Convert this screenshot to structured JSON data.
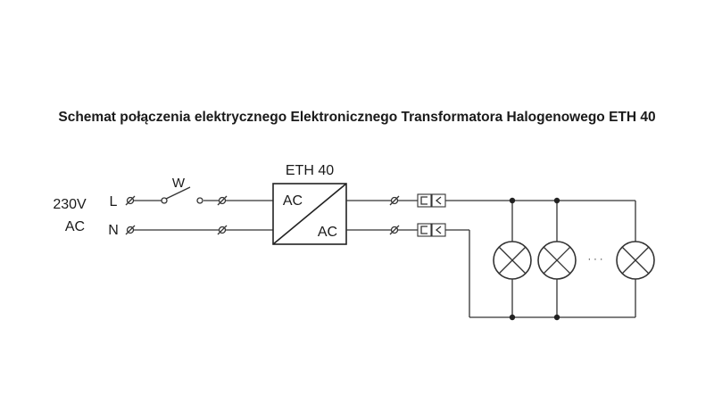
{
  "title": "Schemat połączenia elektrycznego Elektronicznego Transformatora Halogenowego ETH 40",
  "supply": {
    "voltage": "230V",
    "type": "AC"
  },
  "lines": {
    "phase": "L",
    "neutral": "N"
  },
  "switch_label": "W",
  "transformer": {
    "name": "ETH 40",
    "input_label": "AC",
    "output_label": "AC"
  },
  "ellipsis": "· · ·",
  "colors": {
    "line": "#333333",
    "text": "#1a1a1a",
    "background": "#ffffff"
  }
}
